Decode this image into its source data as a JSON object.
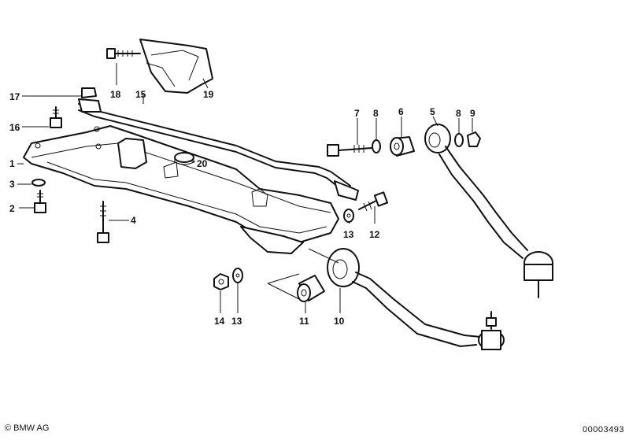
{
  "labels": {
    "l1": "1",
    "l2": "2",
    "l3": "3",
    "l4": "4",
    "l5": "5",
    "l6": "6",
    "l7": "7",
    "l8a": "8",
    "l8b": "8",
    "l9": "9",
    "l10": "10",
    "l11": "11",
    "l12": "12",
    "l13a": "13",
    "l13b": "13",
    "l14": "14",
    "l15": "15",
    "l16": "16",
    "l17": "17",
    "l18": "18",
    "l19": "19",
    "l20": "20"
  },
  "footer": {
    "copyright": "© BMW AG",
    "document_number": "00003493"
  }
}
